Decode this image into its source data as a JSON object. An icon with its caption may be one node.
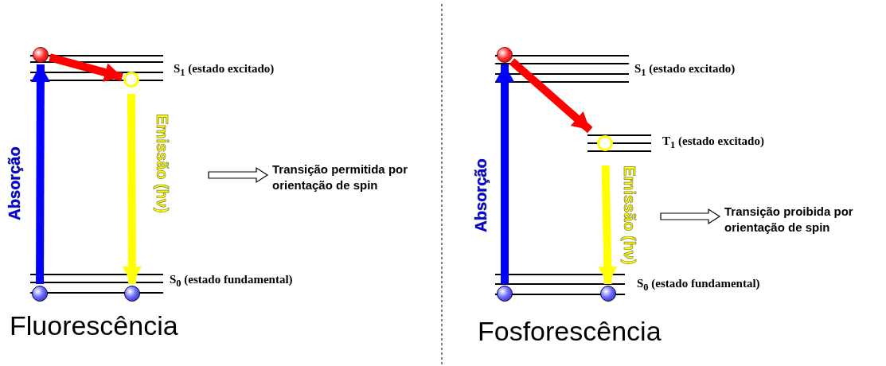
{
  "diagram": {
    "nodes": [
      {
        "text": [
          "S$_{1}$ (estado excitado)"
        ]
      },
      {
        "text": [
          "S$_{0}$ (estado fundamental)"
        ]
      },
      {
        "text": [],
        "shape": "circle"
      },
      {
        "text": [],
        "shape": "circle"
      },
      {
        "text": [],
        "shape": "circle"
      },
      {
        "text": [],
        "shape": "circle"
      },
      {
        "text": [
          "Transição permitida por orientação de spin"
        ]
      },
      {
        "text": [
          "S$_{1}$ (estado excitado)"
        ]
      },
      {
        "text": [
          "T$_{1}$ (estado excitado)"
        ]
      },
      {
        "text": [
          "S$_{0}$ (estado fundamental)"
        ]
      },
      {
        "text": [],
        "shape": "circle"
      },
      {
        "text": [],
        "shape": "circle"
      },
      {
        "text": [],
        "shape": "circle"
      },
      {
        "text": [],
        "shape": "circle"
      },
      {
        "text": [
          "Transição proibida por orientação de spin"
        ]
      }
    ],
    "edges": [
      {
        "from": 4,
        "to": 2,
        "arrow": "to",
        "label": "Absorção",
        "color": "#0000ff"
      },
      {
        "from": 2,
        "to": 3,
        "arrow": "to",
        "color": "#ff0000"
      },
      {
        "from": 3,
        "to": 5,
        "arrow": "to",
        "label": "Emissão (hν)",
        "color": "#ffff00"
      },
      {
        "from": null,
        "to": 6,
        "arrow": "to"
      },
      {
        "from": 12,
        "to": 10,
        "arrow": "to",
        "label": "Absorção",
        "color": "#0000ff"
      },
      {
        "from": 10,
        "to": 11,
        "arrow": "to",
        "color": "#ff0000"
      },
      {
        "from": 11,
        "to": 13,
        "arrow": "to",
        "label": "Emissão (hν)",
        "color": "#ffff00"
      },
      {
        "from": null,
        "to": 14,
        "arrow": "to"
      }
    ],
    "labels": [
      "Fluorescência",
      "Fosforescência"
    ]
  }
}
